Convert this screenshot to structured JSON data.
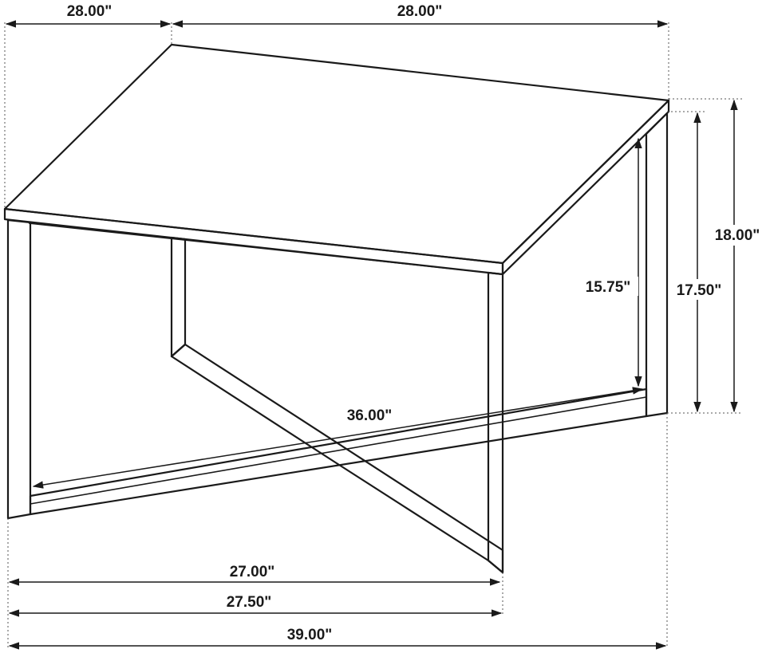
{
  "dimensions": {
    "top_left_depth": "28.00\"",
    "top_right_width": "28.00\"",
    "total_height": "18.00\"",
    "leg_height": "17.50\"",
    "inner_height": "15.75\"",
    "base_diagonal": "36.00\"",
    "inner_base_width": "27.00\"",
    "frame_width": "27.50\"",
    "overall_width": "39.00\""
  },
  "colors": {
    "ink": "#1a1a1a",
    "guide": "#555555",
    "background": "#ffffff"
  }
}
